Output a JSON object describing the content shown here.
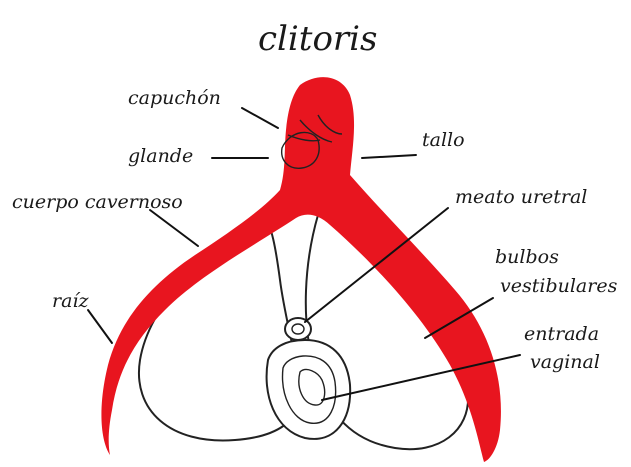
{
  "title": "clitoris",
  "labels": {
    "capuchon": "capuchón",
    "glande": "glande",
    "tallo": "tallo",
    "cuerpo": "cuerpo cavernoso",
    "meato": "meato uretral",
    "bulbos_1": "bulbos",
    "bulbos_2": "vestibulares",
    "raiz": "raíz",
    "entrada_1": "entrada",
    "entrada_2": "vaginal"
  },
  "colors": {
    "organ": "#e8151f",
    "ink": "#1a1a1a",
    "background": "#ffffff"
  }
}
